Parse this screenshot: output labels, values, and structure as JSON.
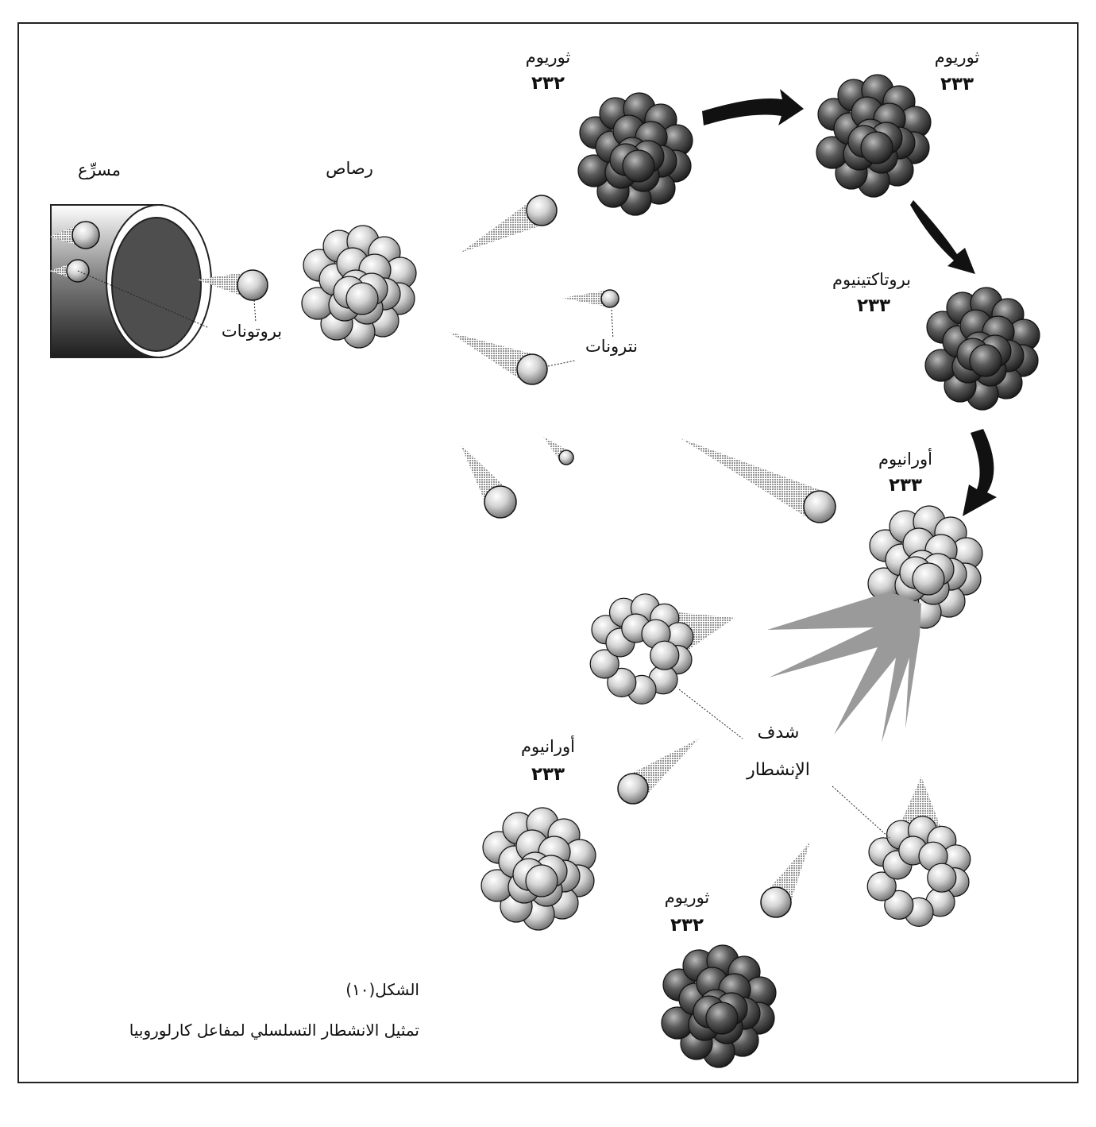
{
  "labels": {
    "accelerator": "مسرِّع",
    "lead": "رصاص",
    "protons": "بروتونات",
    "neutrons": "نترونات",
    "thorium232_top": {
      "name": "ثوريوم",
      "number": "٢٣٢"
    },
    "thorium233": {
      "name": "ثوريوم",
      "number": "٢٣٣"
    },
    "protactinium233": {
      "name": "بروتاكتينيوم",
      "number": "٢٣٣"
    },
    "uranium233_right": {
      "name": "أورانيوم",
      "number": "٢٣٣"
    },
    "fission_fragments_line1": "شدف",
    "fission_fragments_line2": "الإنشطار",
    "uranium233_bottom": {
      "name": "أورانيوم",
      "number": "٢٣٣"
    },
    "thorium232_bottom": {
      "name": "ثوريوم",
      "number": "٢٣٢"
    }
  },
  "caption": {
    "figure": "الشكل(١٠)",
    "text": "تمثيل الانشطار التسلسلي لمفاعل كارلوروبيا"
  },
  "colors": {
    "light_nucleon": "#d9d9d9",
    "dark_nucleon": "#4a4a4a",
    "fission_burst": "#9a9a9a",
    "arrow": "#111111"
  }
}
